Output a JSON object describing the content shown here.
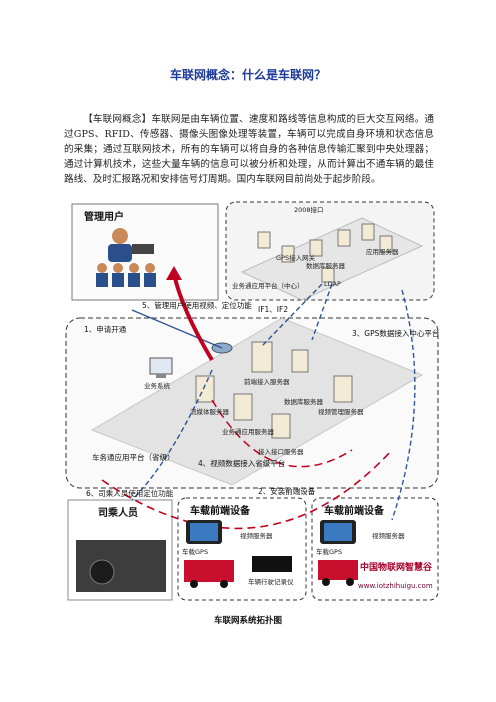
{
  "title": "车联网概念：什么是车联网？",
  "paragraph": "【车联网概念】车联网是由车辆位置、速度和路线等信息构成的巨大交互网络。通过GPS、RFID、传感器、摄像头图像处理等装置，车辆可以完成自身环境和状态信息的采集；通过互联网技术，所有的车辆可以将自身的各种信息传输汇聚到中央处理器；通过计算机技术，这些大量车辆的信息可以被分析和处理，从而计算出不通车辆的最佳路线、及时汇报路况和安排信号灯周期。国内车联网目前尚处于起步阶段。",
  "figure": {
    "admin_users": "管理用户",
    "center_platform": "业务通应用平台（中心）",
    "top_servers": [
      "2008接口",
      "GPS接入网关",
      "数据库服务器",
      "应用服务器",
      "LDAP"
    ],
    "interfaces": "IF1、IF2",
    "step1": "1、申请开通",
    "step2": "2、安装前端设备",
    "step3": "3、GPS数据接入中心平台",
    "step4": "4、视频数据接入省级平台",
    "step5": "5、管理用户使用视频、定位功能",
    "step6": "6、司乘人员使用定位功能",
    "business_system": "业务系统",
    "mid_servers": [
      "前端接入服务器",
      "数据库服务器",
      "流媒体服务器",
      "业务通应用服务器",
      "视频管理服务器",
      "接入接口服务器"
    ],
    "province_platform": "车务通应用平台（省级）",
    "passengers": "司乘人员",
    "vehicle_device_1": "车载前端设备",
    "vehicle_device_2": "车载前端设备",
    "gps_label": "车载GPS",
    "video_server": "视频服务器",
    "recorder": "车辆行驶记录仪",
    "watermark_name": "中国物联网智慧谷",
    "watermark_url": "www.iotzhihuigu.com"
  },
  "caption": "车联网系统拓扑图"
}
